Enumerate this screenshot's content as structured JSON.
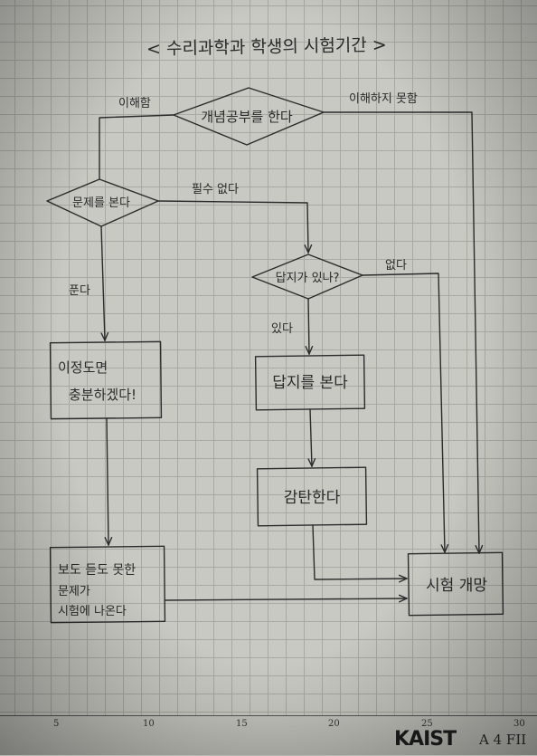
{
  "title": "< 수리과학과 학생의 시험기간 >",
  "nodes": {
    "concept_study": "개념공부를 한다",
    "look_problem": "문제를 본다",
    "has_answer": "답지가 있나?",
    "solve_twice": [
      "이정도면",
      "충분하겠다!"
    ],
    "see_answer": "답지를 본다",
    "admire": "감탄한다",
    "unseen_problem": [
      "보도 듣도 못한",
      "문제가",
      "시험에 나온다"
    ],
    "exam_ruined": "시험 개망"
  },
  "edges": {
    "understood": "이해함",
    "not_understood": "이해하지 못함",
    "no_need": "필수 없다",
    "solves": "푼다",
    "yes": "있다",
    "no": "없다"
  },
  "footer": {
    "ruler_numbers": [
      "5",
      "10",
      "15",
      "20",
      "25",
      "30"
    ],
    "brand": "KAIST",
    "sheet_size": "A 4 FII"
  }
}
